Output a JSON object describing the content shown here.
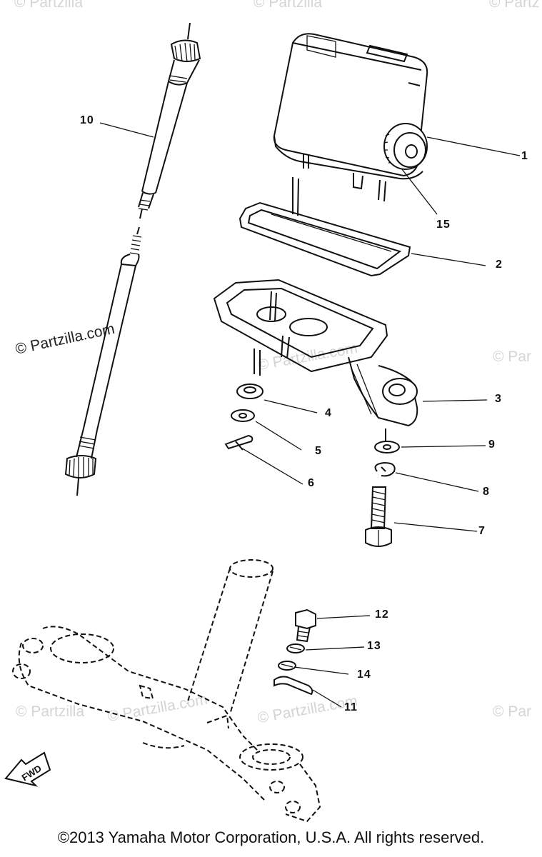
{
  "watermarks": {
    "w1": "© Partzilla",
    "w2": "© Partzilla",
    "w3": "© Partz",
    "w4": "© Partzilla.com",
    "w5": "© Par",
    "w6": "© Partzilla",
    "w7": "© Partzilla.com",
    "w8": "© Partzilla.com",
    "w9": "© Par"
  },
  "brand_watermark": "© Partzilla.com",
  "callouts": {
    "c1": "1",
    "c2": "2",
    "c3": "3",
    "c4": "4",
    "c5": "5",
    "c6": "6",
    "c7": "7",
    "c8": "8",
    "c9": "9",
    "c10": "10",
    "c11": "11",
    "c12": "12",
    "c13": "13",
    "c14": "14",
    "c15": "15"
  },
  "fwd_label": "FWD",
  "copyright": "©2013 Yamaha Motor Corporation, U.S.A. All rights reserved."
}
